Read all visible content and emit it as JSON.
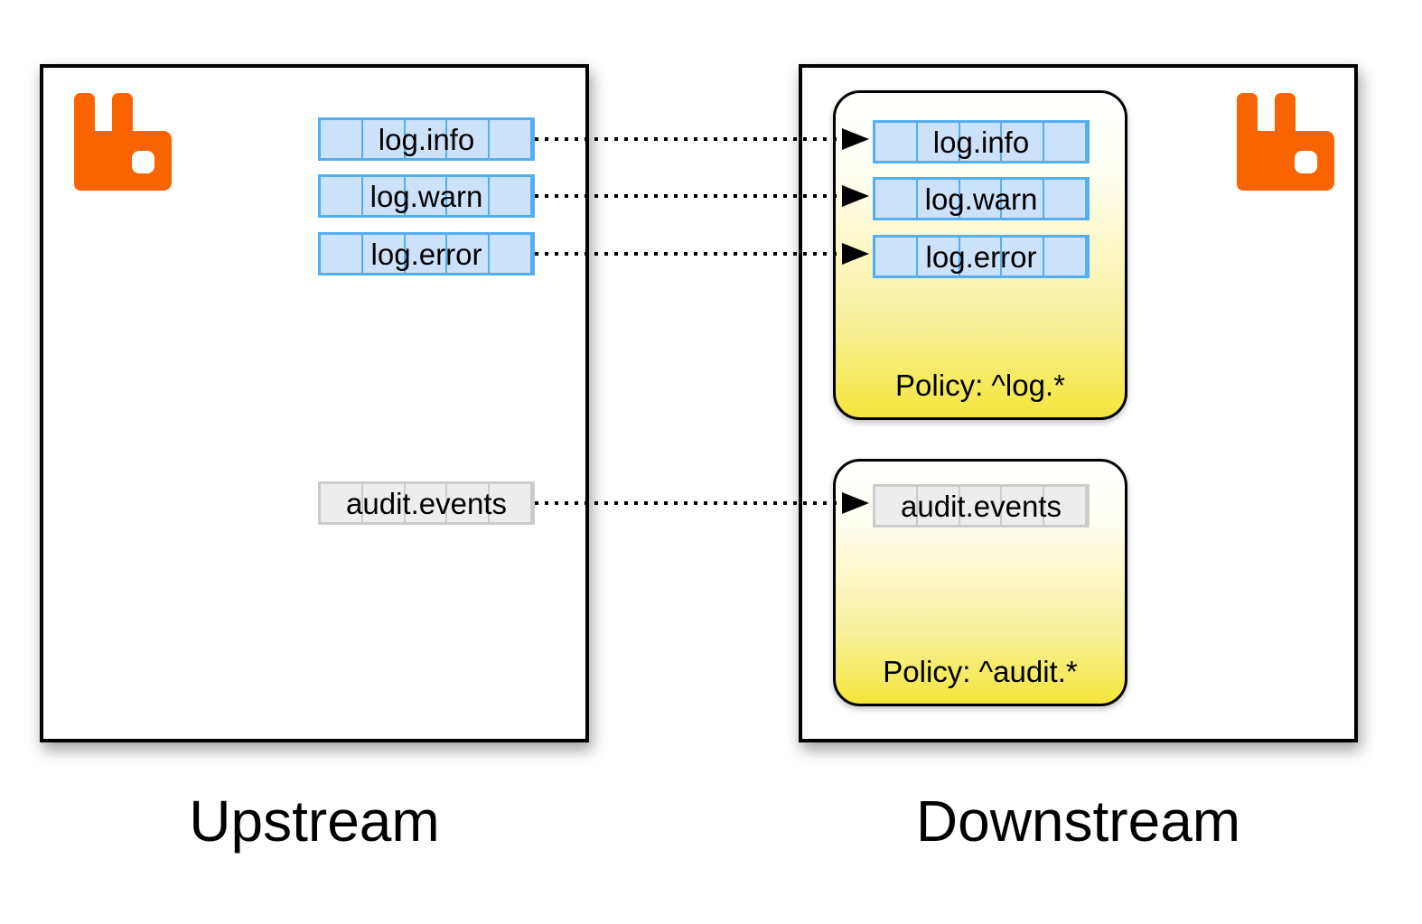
{
  "upstream": {
    "label": "Upstream",
    "queues": [
      {
        "name": "log.info"
      },
      {
        "name": "log.warn"
      },
      {
        "name": "log.error"
      },
      {
        "name": "audit.events"
      }
    ]
  },
  "downstream": {
    "label": "Downstream",
    "policies": [
      {
        "label": "Policy: ^log.*",
        "queues": [
          {
            "name": "log.info"
          },
          {
            "name": "log.warn"
          },
          {
            "name": "log.error"
          }
        ]
      },
      {
        "label": "Policy: ^audit.*",
        "queues": [
          {
            "name": "audit.events"
          }
        ]
      }
    ]
  },
  "icons": {
    "broker_logo": "rabbitmq-logo",
    "link_arrow": "right-arrowhead"
  },
  "colors": {
    "logo_orange": "#f96400",
    "queue_log_fill": "#cce1fa",
    "queue_log_border": "#55aef2",
    "queue_audit_fill": "#ededed",
    "queue_audit_border": "#cccccc",
    "policy_gradient_top": "#ffffff",
    "policy_gradient_bottom": "#f4e63c",
    "connector": "#000000"
  }
}
